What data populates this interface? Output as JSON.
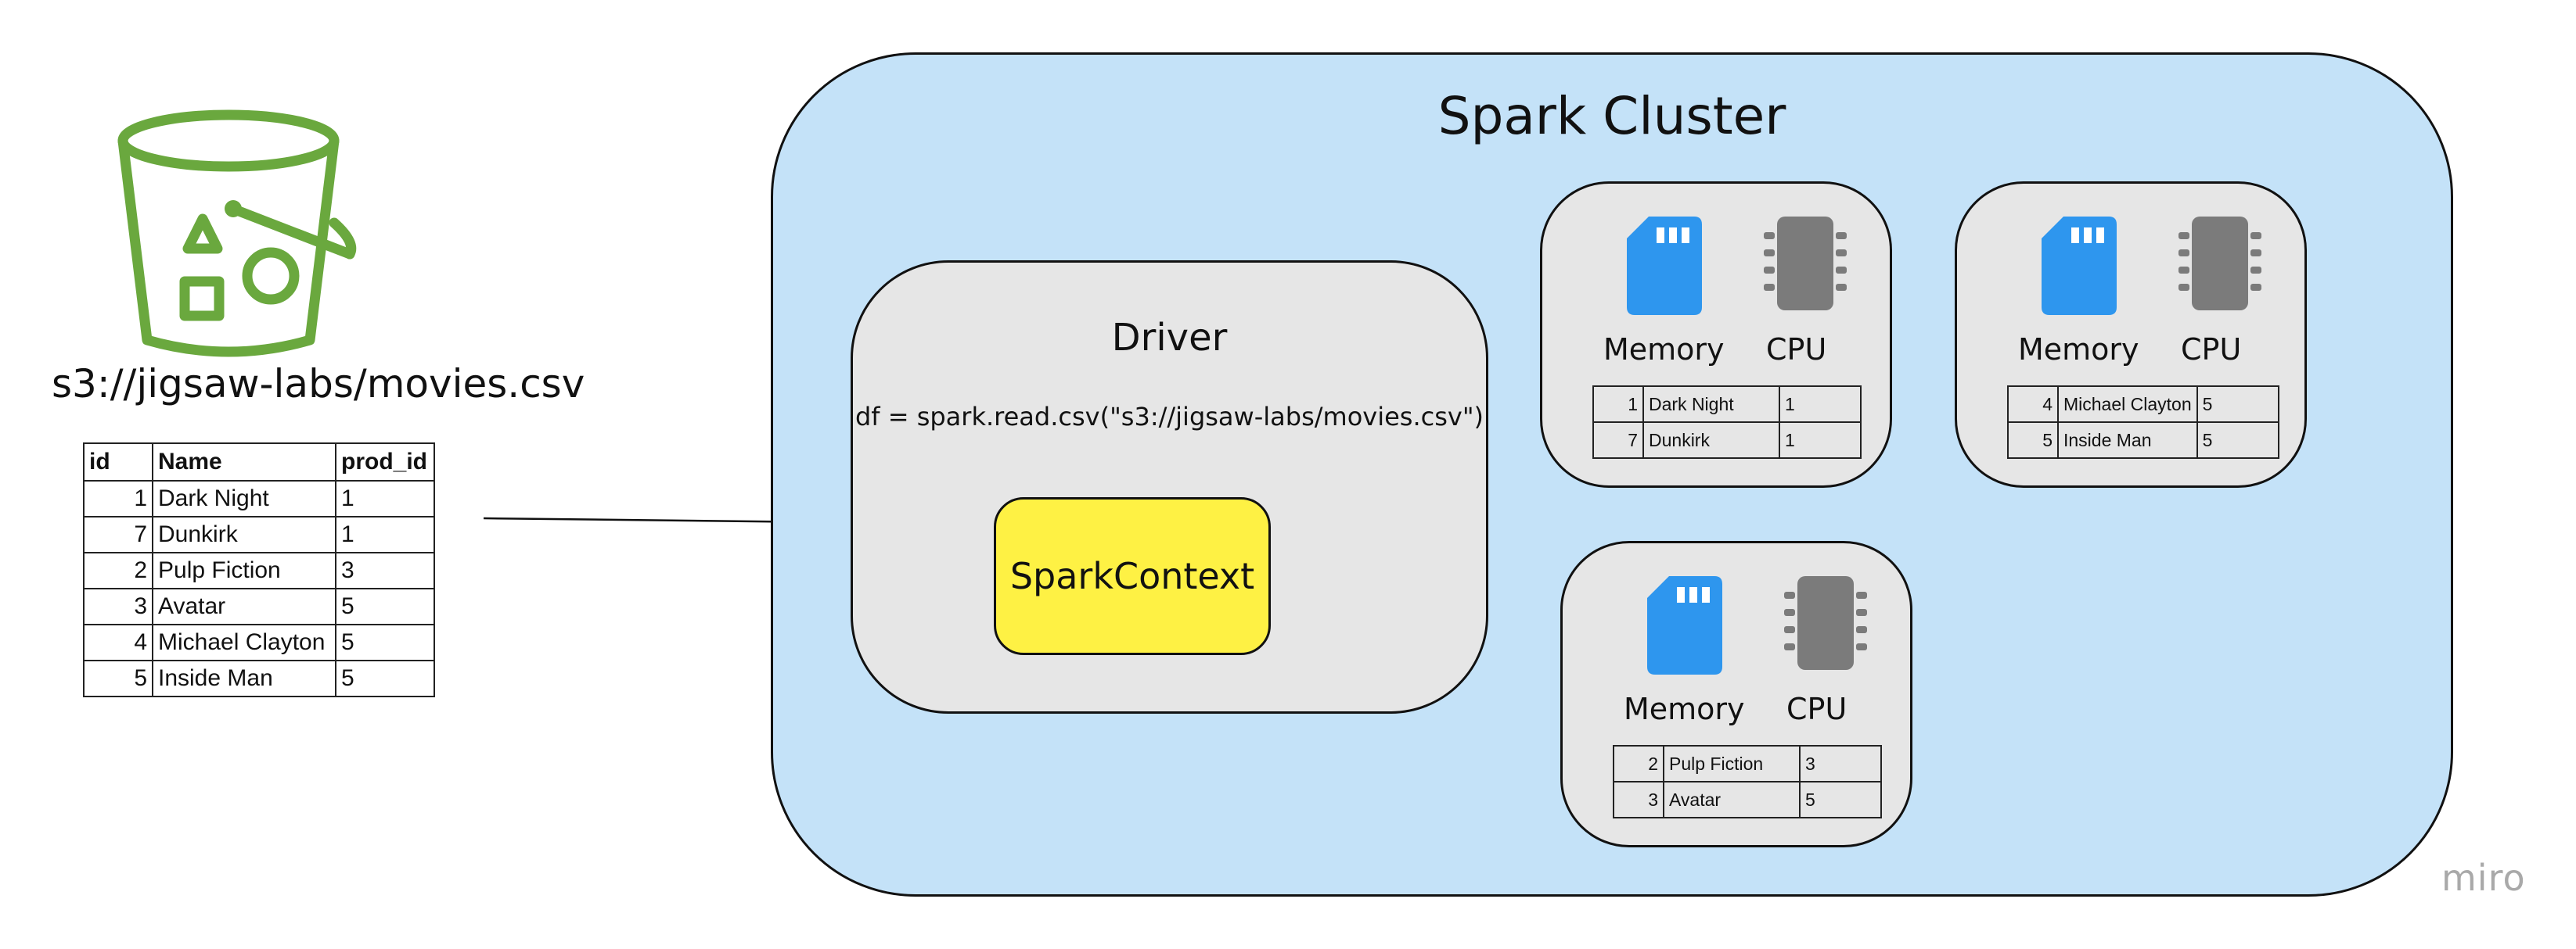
{
  "source": {
    "icon": "s3-bucket-icon",
    "icon_color": "#6aa83e",
    "path": "s3://jigsaw-labs/movies.csv",
    "table": {
      "headers": [
        "id",
        "Name",
        "prod_id"
      ],
      "rows": [
        [
          "1",
          "Dark Night",
          "1"
        ],
        [
          "7",
          "Dunkirk",
          "1"
        ],
        [
          "2",
          "Pulp Fiction",
          "3"
        ],
        [
          "3",
          "Avatar",
          "5"
        ],
        [
          "4",
          "Michael Clayton",
          "5"
        ],
        [
          "5",
          "Inside Man",
          "5"
        ]
      ]
    }
  },
  "cluster": {
    "title": "Spark Cluster",
    "color": "#c4e2f8",
    "driver": {
      "title": "Driver",
      "code": "df = spark.read.csv(\"s3://jigsaw-labs/movies.csv\")",
      "context_label": "SparkContext",
      "context_color": "#fef144"
    },
    "workers": [
      {
        "memory_label": "Memory",
        "cpu_label": "CPU",
        "rows": [
          [
            "1",
            "Dark Night",
            "1"
          ],
          [
            "7",
            "Dunkirk",
            "1"
          ]
        ]
      },
      {
        "memory_label": "Memory",
        "cpu_label": "CPU",
        "rows": [
          [
            "4",
            "Michael Clayton",
            "5"
          ],
          [
            "5",
            "Inside Man",
            "5"
          ]
        ]
      },
      {
        "memory_label": "Memory",
        "cpu_label": "CPU",
        "rows": [
          [
            "2",
            "Pulp Fiction",
            "3"
          ],
          [
            "3",
            "Avatar",
            "5"
          ]
        ]
      }
    ],
    "memory_color": "#2e96ee",
    "cpu_color": "#7b7b7b"
  },
  "watermark": "miro"
}
